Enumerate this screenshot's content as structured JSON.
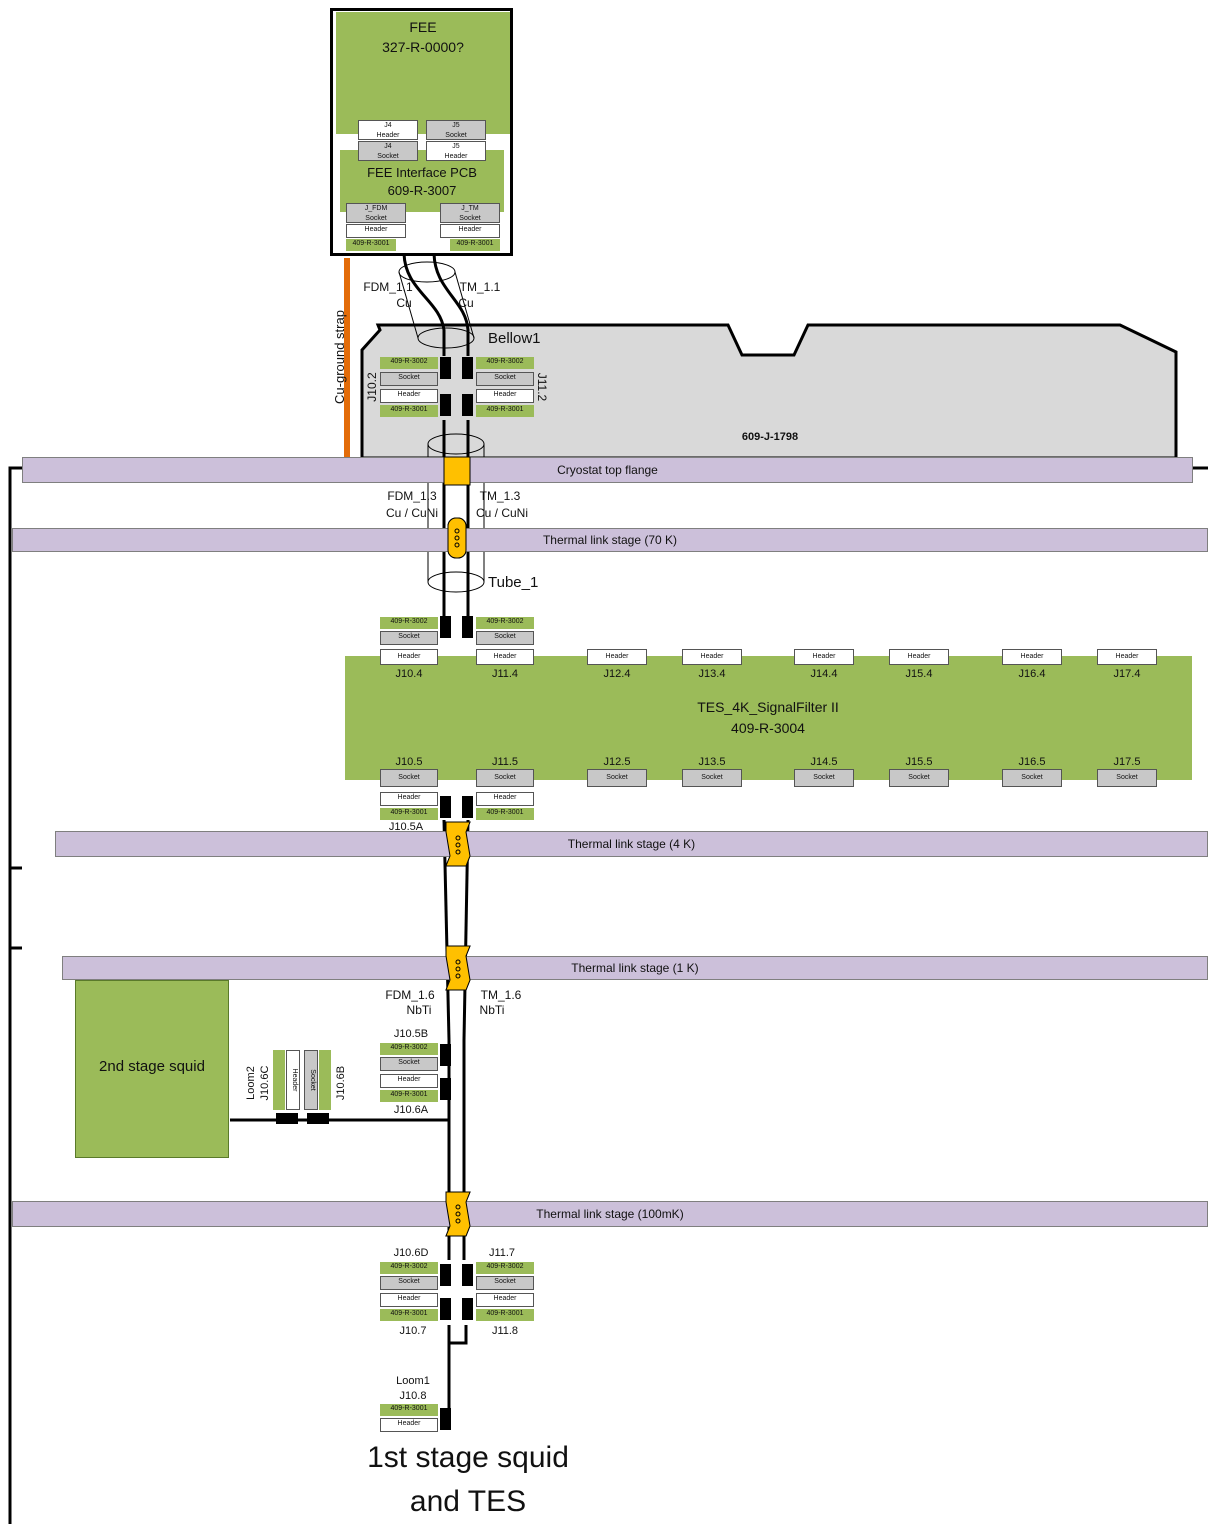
{
  "fee": {
    "title": "FEE",
    "code": "327-R-0000?"
  },
  "fee_interface": {
    "title": "FEE Interface PCB",
    "code": "609-R-3007"
  },
  "fee_connectors": {
    "j4_header": "J4",
    "header": "Header",
    "socket": "Socket",
    "j5_socket": "J5",
    "j4_socket": "J4",
    "j5_header": "J5",
    "j_fdm": "J_FDM",
    "j_tm": "J_TM",
    "part_3001": "409-R-3001",
    "part_3002": "409-R-3002"
  },
  "cables": {
    "fdm_1_1": "FDM_1.1",
    "tm_1_1": "TM_1.1",
    "cu": "Cu",
    "fdm_1_3": "FDM_1.3",
    "tm_1_3": "TM_1.3",
    "cu_cuni": "Cu / CuNi",
    "fdm_1_6": "FDM_1.6",
    "tm_1_6": "TM_1.6",
    "nbti": "NbTi"
  },
  "ground_strap": "Cu-ground strap",
  "bellow": "Bellow1",
  "housing": "609-J-1798",
  "j10_2": "J10.2",
  "j11_2": "J11.2",
  "tube": "Tube_1",
  "stages": {
    "top": "Cryostat top flange",
    "k70": "Thermal link stage (70 K)",
    "k4": "Thermal link stage (4 K)",
    "k1": "Thermal link stage (1 K)",
    "mk100": "Thermal link stage (100mK)"
  },
  "filter": {
    "title": "TES_4K_SignalFilter II",
    "code": "409-R-3004",
    "top_labels": [
      "J10.4",
      "J11.4",
      "J12.4",
      "J13.4",
      "J14.4",
      "J15.4",
      "J16.4",
      "J17.4"
    ],
    "bottom_labels": [
      "J10.5",
      "J11.5",
      "J12.5",
      "J13.5",
      "J14.5",
      "J15.5",
      "J16.5",
      "J17.5"
    ]
  },
  "j10_5a": "J10.5A",
  "j10_5b": "J10.5B",
  "j10_6a": "J10.6A",
  "squid2": "2nd stage squid",
  "loom2": "Loom2",
  "j10_6c": "J10.6C",
  "j10_6b": "J10.6B",
  "j10_6d": "J10.6D",
  "j11_7": "J11.7",
  "j10_7": "J10.7",
  "j11_8": "J11.8",
  "loom1": "Loom1",
  "j10_8": "J10.8",
  "squid1_line1": "1st stage squid",
  "squid1_line2": "and TES"
}
